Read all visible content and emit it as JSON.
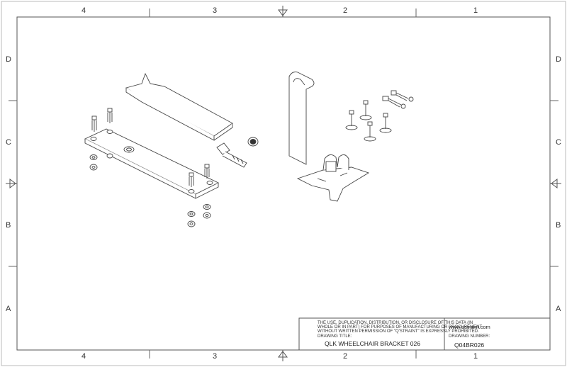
{
  "border": {
    "columns_top": [
      "4",
      "3",
      "2",
      "1"
    ],
    "columns_bottom": [
      "4",
      "3",
      "2",
      "1"
    ],
    "rows_left": [
      "D",
      "C",
      "B",
      "A"
    ],
    "rows_right": [
      "D",
      "C",
      "B",
      "A"
    ]
  },
  "title_block": {
    "notice": [
      "THE USE, DUPLICATION, DISTRIBUTION, OR DISCLOSURE OF THIS DATA (IN",
      "WHOLE OR IN PART) FOR PURPOSES OF MANUFACTURING OR PROCUREMENT",
      "WITHOUT WRITTEN PERMISSION OF \"Q'STRAINT\" IS EXPRESSLY PROHIBITED."
    ],
    "website": "www.qstraint.com",
    "drawing_title_label": "DRAWING TITLE:",
    "drawing_title": "QLK WHEELCHAIR BRACKET 026",
    "drawing_number_label": "DRAWING NUMBER:",
    "drawing_number": "Q04BR026"
  },
  "colors": {
    "line": "#444444",
    "border": "#555555"
  }
}
